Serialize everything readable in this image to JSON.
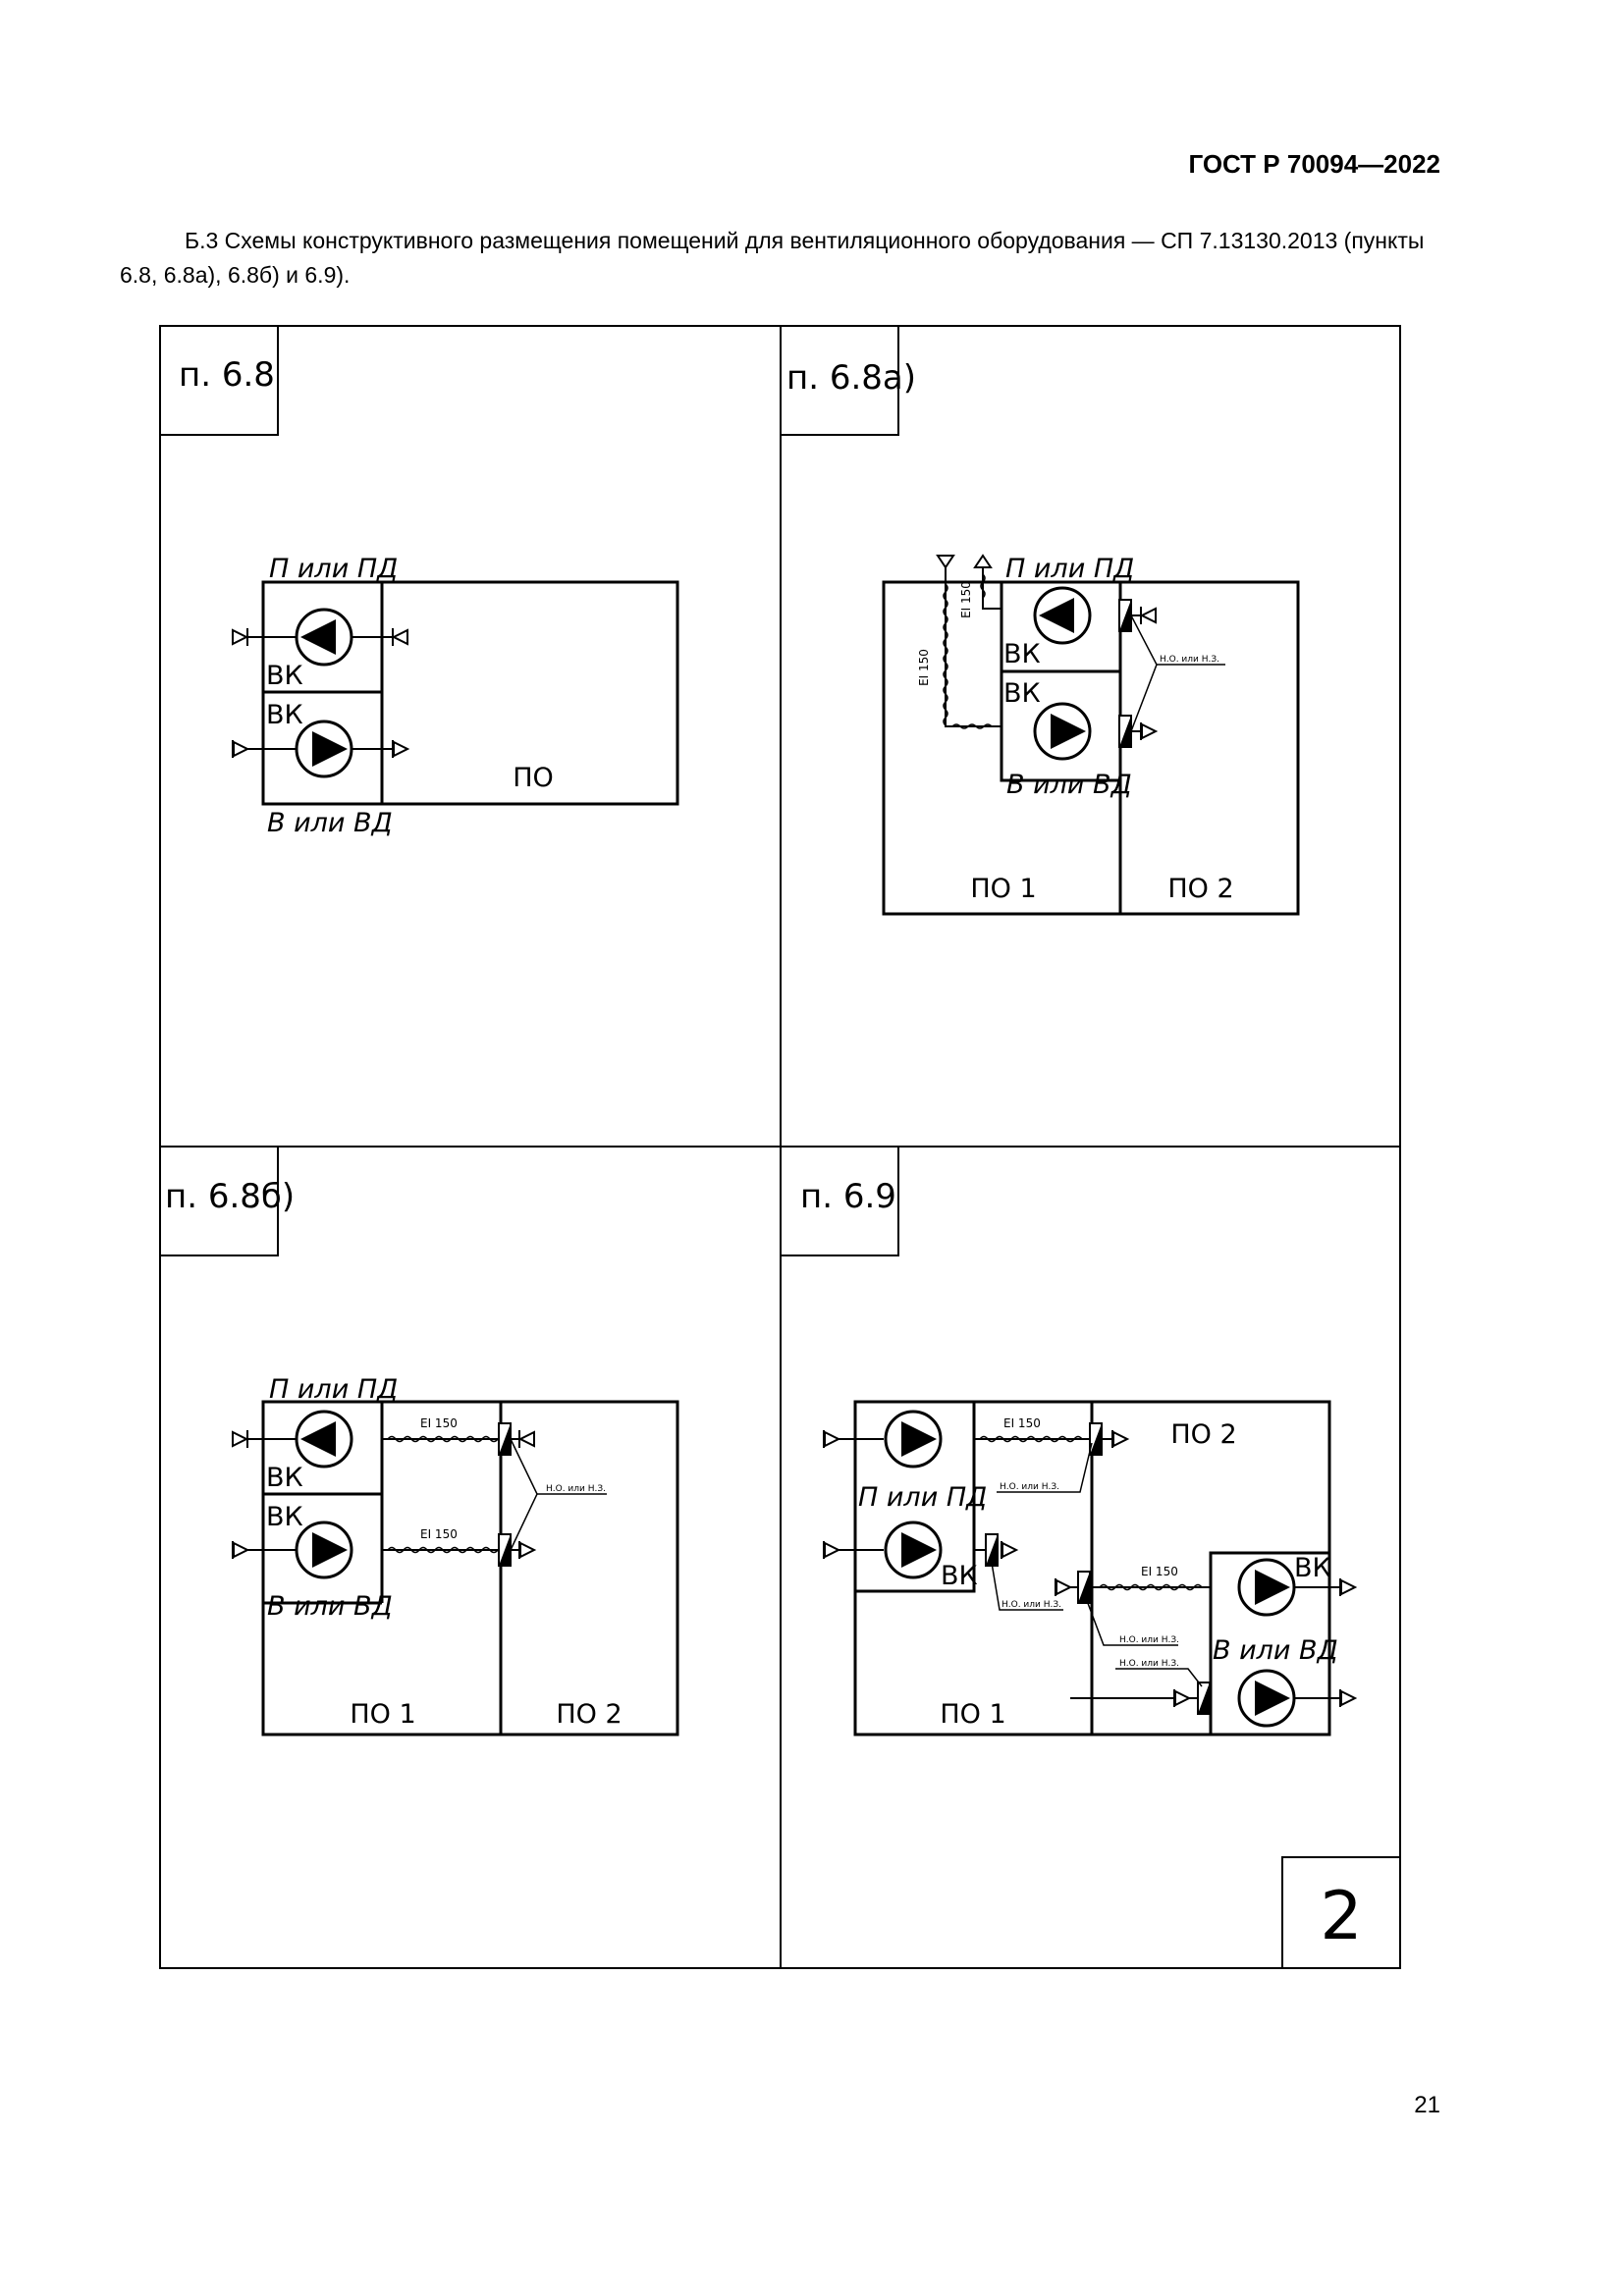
{
  "header": {
    "standard": "ГОСТ Р 70094—2022"
  },
  "intro": "Б.3 Схемы конструктивного размещения помещений для вентиляционного оборудования — СП 7.13130.2013 (пункты 6.8, 6.8а), 6.8б) и 6.9).",
  "panels": {
    "p1": {
      "label": "п. 6.8",
      "top": "П или ПД",
      "bottom": "В или ВД",
      "vk1": "ВК",
      "vk2": "ВК",
      "room": "ПО"
    },
    "p2": {
      "label": "п. 6.8а)",
      "top": "П или ПД",
      "bottom": "В или ВД",
      "vk1": "ВК",
      "vk2": "ВК",
      "room1": "ПО 1",
      "room2": "ПО 2",
      "ei_v": "EI 150",
      "ei_v2": "EI 150",
      "no": "Н.О. или Н.З."
    },
    "p3": {
      "label": "п. 6.8б)",
      "top": "П или ПД",
      "bottom": "В или ВД",
      "vk1": "ВК",
      "vk2": "ВК",
      "room1": "ПО 1",
      "room2": "ПО 2",
      "ei1": "EI 150",
      "ei2": "EI 150",
      "no": "Н.О. или Н.З."
    },
    "p4": {
      "label": "п. 6.9",
      "supply": "П или ПД",
      "exhaust": "В или ВД",
      "vk1": "ВК",
      "vk2": "ВК",
      "room1": "ПО 1",
      "room2": "ПО 2",
      "ei1": "EI 150",
      "ei2": "EI 150",
      "no1": "Н.О. или Н.З.",
      "no2": "Н.О. или Н.З.",
      "no3": "Н.О. или Н.З.",
      "no4": "Н.О. или Н.З."
    }
  },
  "sheet_number": "2",
  "page_number": "21"
}
